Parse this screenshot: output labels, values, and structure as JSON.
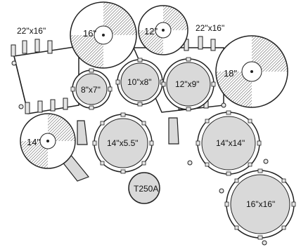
{
  "kit": {
    "kick_left_label": "22\"x16\"",
    "kick_right_label": "22\"x16\"",
    "cymbal_16_label": "16\"",
    "cymbal_12_label": "12\"",
    "cymbal_18_label": "18\"",
    "hihat_14_label": "14\"",
    "tom_8x7_label": "8\"x7\"",
    "tom_10x8_label": "10\"x8\"",
    "tom_12x9_label": "12\"x9\"",
    "snare_label": "14\"x5.5\"",
    "floor_tom_14_label": "14\"x14\"",
    "floor_tom_16_label": "16\"x16\"",
    "throne_label": "T250A"
  },
  "colors": {
    "line": "#222222",
    "drum_head": "#d9d9d9",
    "hardware": "#e6e6e6",
    "cymbal": "#ffffff",
    "background": "#ffffff"
  }
}
